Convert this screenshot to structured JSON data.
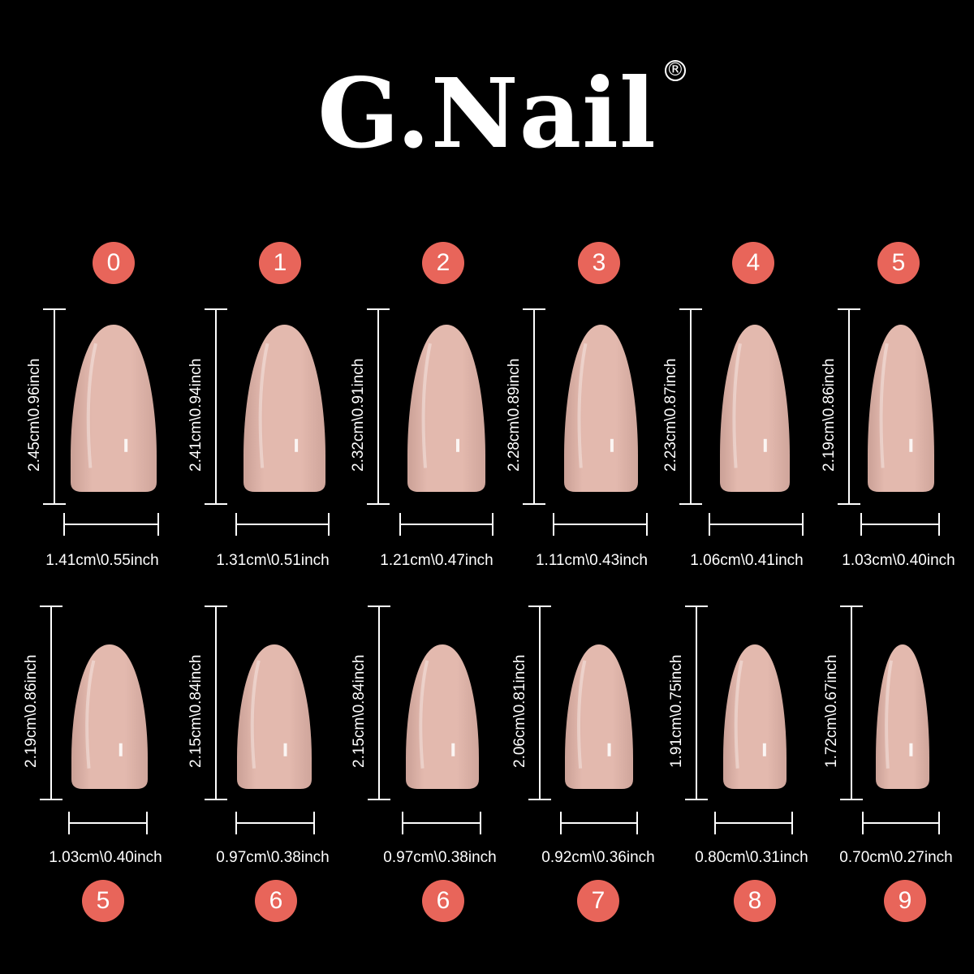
{
  "brand": {
    "name": "G.Nail",
    "registered": "®"
  },
  "colors": {
    "background": "#000000",
    "badge": "#e8655a",
    "nail": "#e3b9ae",
    "line": "#ffffff"
  },
  "rows": [
    {
      "items": [
        {
          "size": "0",
          "length": "2.45cm\\0.96inch",
          "width": "1.41cm\\0.55inch"
        },
        {
          "size": "1",
          "length": "2.41cm\\0.94inch",
          "width": "1.31cm\\0.51inch"
        },
        {
          "size": "2",
          "length": "2.32cm\\0.91inch",
          "width": "1.21cm\\0.47inch"
        },
        {
          "size": "3",
          "length": "2.28cm\\0.89inch",
          "width": "1.11cm\\0.43inch"
        },
        {
          "size": "4",
          "length": "2.23cm\\0.87inch",
          "width": "1.06cm\\0.41inch"
        },
        {
          "size": "5",
          "length": "2.19cm\\0.86inch",
          "width": "1.03cm\\0.40inch"
        }
      ]
    },
    {
      "items": [
        {
          "size": "5",
          "length": "2.19cm\\0.86inch",
          "width": "1.03cm\\0.40inch"
        },
        {
          "size": "6",
          "length": "2.15cm\\0.84inch",
          "width": "0.97cm\\0.38inch"
        },
        {
          "size": "6",
          "length": "2.15cm\\0.84inch",
          "width": "0.97cm\\0.38inch"
        },
        {
          "size": "7",
          "length": "2.06cm\\0.81inch",
          "width": "0.92cm\\0.36inch"
        },
        {
          "size": "8",
          "length": "1.91cm\\0.75inch",
          "width": "0.80cm\\0.31inch"
        },
        {
          "size": "9",
          "length": "1.72cm\\0.67inch",
          "width": "0.70cm\\0.27inch"
        }
      ]
    }
  ]
}
